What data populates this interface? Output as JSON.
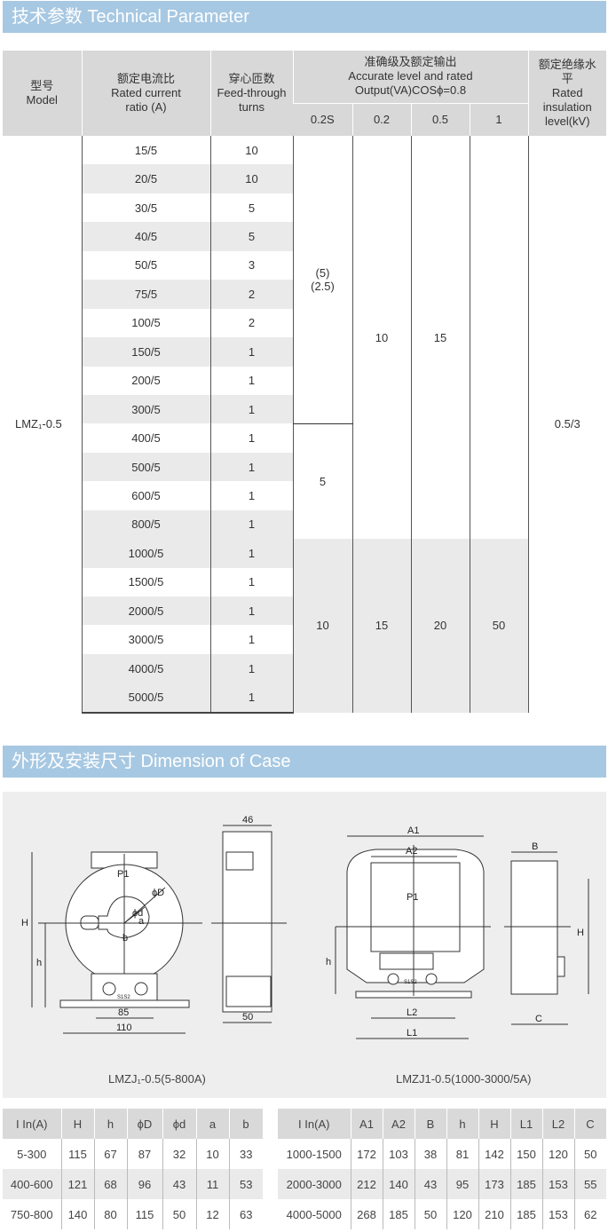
{
  "section1_title": "技术参数 Technical Parameter",
  "section2_title": "外形及安装尺寸 Dimension of Case",
  "param_table": {
    "h_model": [
      "型号",
      "Model"
    ],
    "h_ratio": [
      "额定电流比",
      "Rated current",
      "ratio (A)"
    ],
    "h_turns": [
      "穿心匝数",
      "Feed-through",
      "turns"
    ],
    "h_accuracy": [
      "准确级及额定输出",
      "Accurate level and rated",
      "Output(VA)COSϕ=0.8"
    ],
    "h_insulation": [
      "额定绝缘水",
      "平",
      "Rated",
      "insulation",
      "level(kV)"
    ],
    "classes": [
      "0.2S",
      "0.2",
      "0.5",
      "1"
    ],
    "model": "LMZ₁-0.5",
    "rows": [
      {
        "ratio": "15/5",
        "turns": "10"
      },
      {
        "ratio": "20/5",
        "turns": "10"
      },
      {
        "ratio": "30/5",
        "turns": "5"
      },
      {
        "ratio": "40/5",
        "turns": "5"
      },
      {
        "ratio": "50/5",
        "turns": "3"
      },
      {
        "ratio": "75/5",
        "turns": "2"
      },
      {
        "ratio": "100/5",
        "turns": "2"
      },
      {
        "ratio": "150/5",
        "turns": "1"
      },
      {
        "ratio": "200/5",
        "turns": "1"
      },
      {
        "ratio": "300/5",
        "turns": "1"
      },
      {
        "ratio": "400/5",
        "turns": "1"
      },
      {
        "ratio": "500/5",
        "turns": "1"
      },
      {
        "ratio": "600/5",
        "turns": "1"
      },
      {
        "ratio": "800/5",
        "turns": "1"
      },
      {
        "ratio": "1000/5",
        "turns": "1"
      },
      {
        "ratio": "1500/5",
        "turns": "1"
      },
      {
        "ratio": "2000/5",
        "turns": "1"
      },
      {
        "ratio": "3000/5",
        "turns": "1"
      },
      {
        "ratio": "4000/5",
        "turns": "1"
      },
      {
        "ratio": "5000/5",
        "turns": "1"
      }
    ],
    "g1_02s_a": "(5)",
    "g1_02s_b": "(2.5)",
    "g1_02s_c": "5",
    "g1_02": "10",
    "g1_05": "15",
    "g2_02s": "10",
    "g2_02": "15",
    "g2_05": "20",
    "g2_1": "50",
    "insulation": "0.5/3"
  },
  "diagram": {
    "left": {
      "labels": {
        "P1": "P1",
        "phiD": "ϕD",
        "phid": "ϕd",
        "a": "a",
        "b": "b",
        "H": "H",
        "h": "h",
        "w85": "85",
        "w110": "110",
        "w46": "46",
        "w50": "50",
        "screw": "S1S2"
      },
      "caption": "LMZJ₁-0.5(5-800A)"
    },
    "right": {
      "labels": {
        "A1": "A1",
        "A2": "A2",
        "P1": "P1",
        "B": "B",
        "h": "h",
        "H": "H",
        "L1": "L1",
        "L2": "L2",
        "C": "C",
        "screw": "S1S2"
      },
      "caption": "LMZJ1-0.5(1000-3000/5A)"
    }
  },
  "dim_table_1": {
    "headers": [
      "I In(A)",
      "H",
      "h",
      "ϕD",
      "ϕd",
      "a",
      "b"
    ],
    "rows": [
      [
        "5-300",
        "115",
        "67",
        "87",
        "32",
        "10",
        "33"
      ],
      [
        "400-600",
        "121",
        "68",
        "96",
        "43",
        "11",
        "53"
      ],
      [
        "750-800",
        "140",
        "80",
        "115",
        "50",
        "12",
        "63"
      ]
    ]
  },
  "dim_table_2": {
    "headers": [
      "I In(A)",
      "A1",
      "A2",
      "B",
      "h",
      "H",
      "L1",
      "L2",
      "C"
    ],
    "rows": [
      [
        "1000-1500",
        "172",
        "103",
        "38",
        "81",
        "142",
        "150",
        "120",
        "50"
      ],
      [
        "2000-3000",
        "212",
        "140",
        "43",
        "95",
        "173",
        "185",
        "153",
        "55"
      ],
      [
        "4000-5000",
        "268",
        "185",
        "50",
        "120",
        "210",
        "185",
        "153",
        "62"
      ]
    ]
  }
}
